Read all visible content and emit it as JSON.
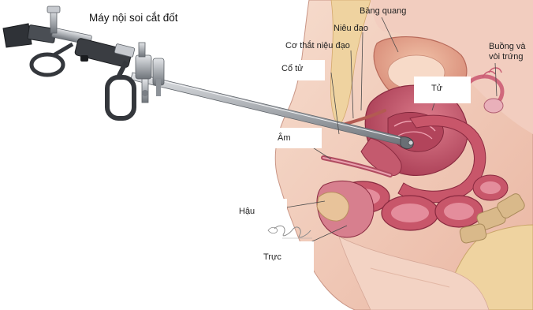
{
  "labels": {
    "instrument": "Máy  nội soi cắt đốt",
    "bladder": "Bàng quang",
    "urethra": "Niêu đao",
    "urethral_sphincter": "Cơ thắt niệu đạo",
    "cervix": "Cổ tử",
    "uterus": "Tử",
    "ovary_tube_line1": "Buồng và",
    "ovary_tube_line2": "vòi trứng",
    "vagina": "Âm",
    "anus": "Hậu",
    "rectum": "Trực"
  },
  "colors": {
    "tissue_light": "#f3d3c4",
    "tissue_mid": "#e6a18e",
    "muscle": "#c8566a",
    "muscle_dark": "#9f2f44",
    "fat": "#efd3a0",
    "bone": "#d9b98a",
    "instrument_steel": "#a9adb2",
    "instrument_dark": "#3a3d42"
  }
}
